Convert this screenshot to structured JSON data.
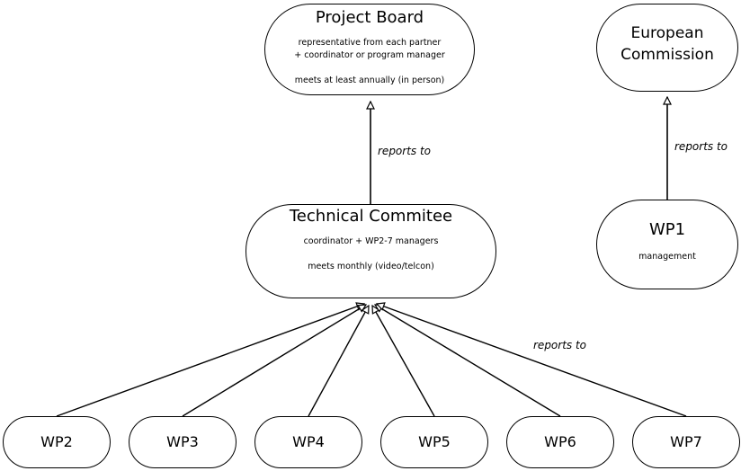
{
  "project_board": {
    "title": "Project Board",
    "line1": "representative from each partner",
    "line2": "+ coordinator or program manager",
    "line3": "meets at least annually (in person)"
  },
  "european_commission": {
    "title_line1": "European",
    "title_line2": "Commission"
  },
  "technical_committee": {
    "title": "Technical Commitee",
    "line1": "coordinator + WP2-7 managers",
    "line2": "meets monthly (video/telcon)"
  },
  "wp1": {
    "title": "WP1",
    "line1": "management"
  },
  "work_packages": [
    "WP2",
    "WP3",
    "WP4",
    "WP5",
    "WP6",
    "WP7"
  ],
  "edge_labels": {
    "tc_to_pb": "reports to",
    "wp1_to_ec": "reports to",
    "wps_to_tc": "reports to"
  }
}
